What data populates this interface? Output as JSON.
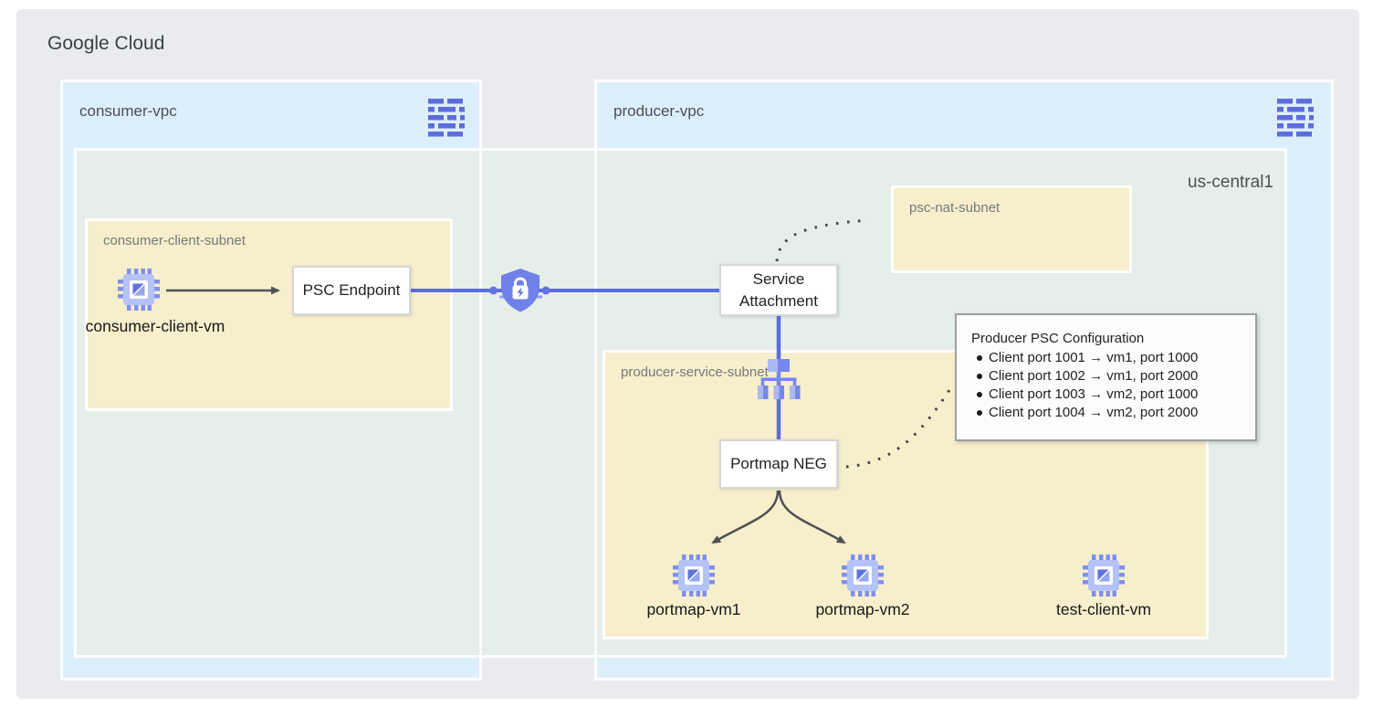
{
  "page": {
    "title": "Google Cloud"
  },
  "vpcs": {
    "consumer": {
      "label": "consumer-vpc"
    },
    "producer": {
      "label": "producer-vpc"
    }
  },
  "region": {
    "label": "us-central1"
  },
  "subnets": {
    "consumer_client": {
      "label": "consumer-client-subnet"
    },
    "psc_nat": {
      "label": "psc-nat-subnet"
    },
    "producer_service": {
      "label": "producer-service-subnet"
    }
  },
  "nodes": {
    "consumer_client_vm": {
      "label": "consumer-client-vm"
    },
    "psc_endpoint": {
      "label": "PSC Endpoint"
    },
    "service_attachment": {
      "label_line1": "Service",
      "label_line2": "Attachment"
    },
    "portmap_neg": {
      "label": "Portmap NEG"
    },
    "portmap_vm1": {
      "label": "portmap-vm1"
    },
    "portmap_vm2": {
      "label": "portmap-vm2"
    },
    "test_client_vm": {
      "label": "test-client-vm"
    }
  },
  "config_note": {
    "title": "Producer PSC Configuration",
    "items": [
      "Client port 1001 → vm1, port 1000",
      "Client port 1002 → vm1, port 2000",
      "Client port 1003 → vm2, port 1000",
      "Client port 1004 → vm2, port 2000"
    ]
  },
  "icons": {
    "vpc_network": "vpc-network-icon",
    "compute_vm": "compute-engine-vm-icon",
    "load_balancer": "load-balancer-icon",
    "psc_shield": "private-service-connect-shield-icon"
  },
  "colors": {
    "frame_bg": "#e9ebee",
    "vpc_bg": "#ddeefb",
    "region_bg": "#e6eee9",
    "subnet_bg": "#f7eecb",
    "connector_blue": "#5b6ce0",
    "icon_blue": "#7587ec",
    "icon_blue_light": "#aab8f4",
    "arrow_dark": "#4d5156"
  }
}
